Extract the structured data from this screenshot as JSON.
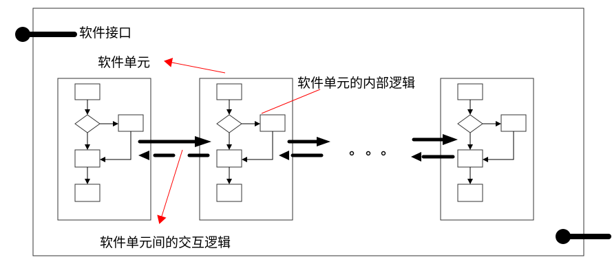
{
  "labels": {
    "interface": "软件接口",
    "unit": "软件单元",
    "internal_logic": "软件单元的内部逻辑",
    "interaction_logic": "软件单元间的交互逻辑"
  },
  "ellipsis": "。。。",
  "colors": {
    "annotation": "#ff0000",
    "line": "#000000"
  }
}
